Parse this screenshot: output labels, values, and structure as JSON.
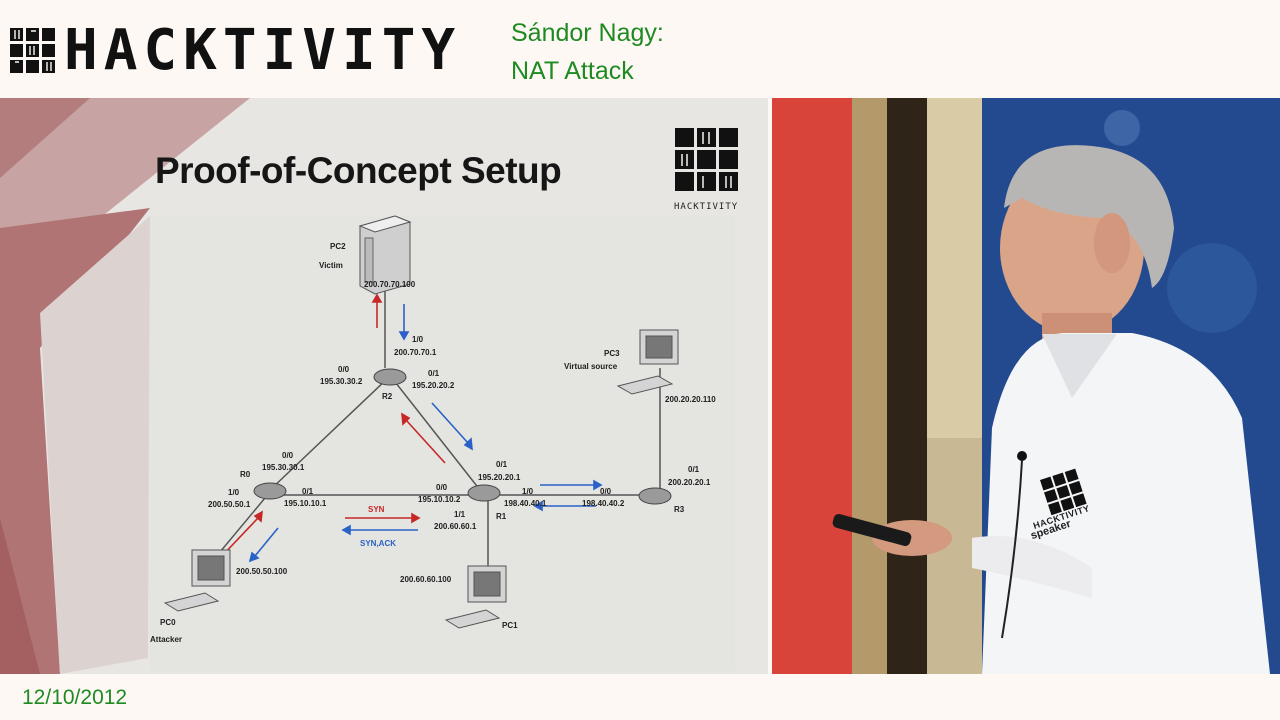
{
  "header": {
    "brand": "HACKTIVITY",
    "speaker": "Sándor Nagy:",
    "talk_title": "NAT Attack"
  },
  "slide": {
    "title": "Proof-of-Concept Setup",
    "logo_text": "HACKTIVITY",
    "labels": {
      "pc2_name": "PC2",
      "pc2_role": "Victim",
      "pc2_ip": "200.70.70.100",
      "r2_if10": "1/0",
      "r2_if10_ip": "200.70.70.1",
      "r2_if00": "0/0",
      "r2_if00_ip": "195.30.30.2",
      "r2_if01": "0/1",
      "r2_if01_ip": "195.20.20.2",
      "r2_name": "R2",
      "pc3_name": "PC3",
      "pc3_role": "Virtual source",
      "pc3_ip": "200.20.20.110",
      "r0_if00": "0/0",
      "r0_if00_ip": "195.30.30.1",
      "r0_name": "R0",
      "r0_if10": "1/0",
      "r0_if10_ip": "200.50.50.1",
      "r0_if01": "0/1",
      "r0_if01_ip": "195.10.10.1",
      "r1_if01": "0/1",
      "r1_if01_ip": "195.20.20.1",
      "r1_if00": "0/0",
      "r1_if00_ip": "195.10.10.2",
      "r1_if10": "1/0",
      "r1_if10_ip": "198.40.40.1",
      "r1_if11": "1/1",
      "r1_if11_ip": "200.60.60.1",
      "r1_name": "R1",
      "r3_if01": "0/1",
      "r3_if01_ip": "200.20.20.1",
      "r3_if00": "0/0",
      "r3_if00_ip": "198.40.40.2",
      "r3_name": "R3",
      "syn": "SYN",
      "synack": "SYN,ACK",
      "pc0_ip": "200.50.50.100",
      "pc0_name": "PC0",
      "pc0_role": "Attacker",
      "pc1_ip": "200.60.60.100",
      "pc1_name": "PC1"
    }
  },
  "video": {
    "shirt_brand": "HACKTIVITY",
    "shirt_role": "speaker"
  },
  "footer": {
    "date": "12/10/2012"
  },
  "colors": {
    "accent_green": "#1f8a22",
    "arrow_red": "#c62828",
    "arrow_blue": "#2a62c8"
  }
}
